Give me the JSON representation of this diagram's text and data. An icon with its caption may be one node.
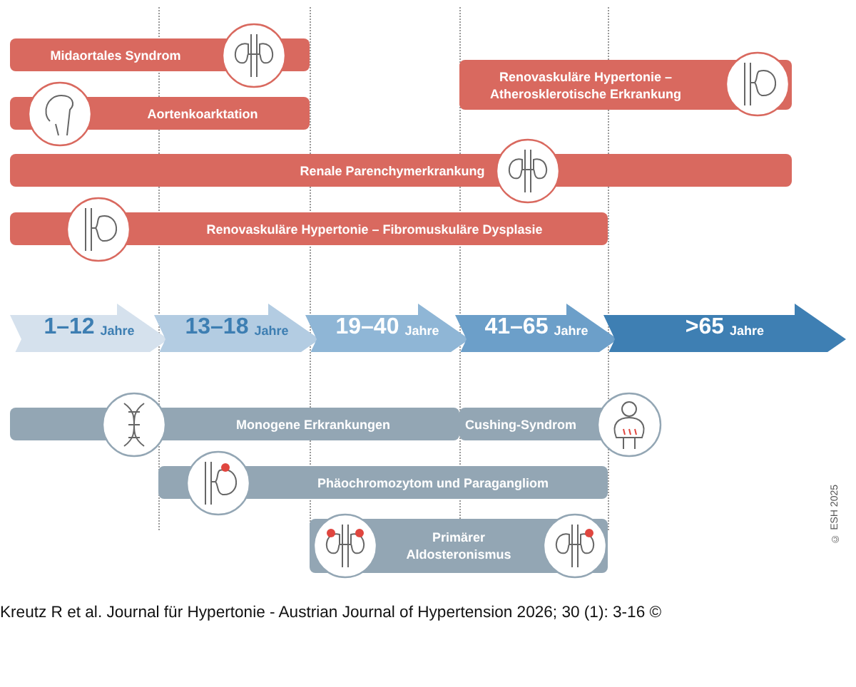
{
  "diagram": {
    "caption": "Kreutz R et al. Journal für Hypertonie - Austrian Journal of Hypertension 2026; 30 (1): 3-16 ©",
    "nodes": [
      {
        "text": [
          "Midaortales Syndrom"
        ]
      },
      {
        "text": [
          "Aortenkoarktation"
        ]
      },
      {
        "text": [
          "Renovaskuläre Hypertonie – Atherosklerotische Erkrankung"
        ]
      },
      {
        "text": [
          "Renale Parenchymerkrankung"
        ]
      },
      {
        "text": [
          "Renovaskuläre Hypertonie – Fibromuskuläre Dysplasie"
        ]
      },
      {
        "text": [
          "1–12",
          "Jahre"
        ]
      },
      {
        "text": [
          "13–18",
          "Jahre"
        ]
      },
      {
        "text": [
          "19–40",
          "Jahre"
        ]
      },
      {
        "text": [
          "41–65",
          "Jahre"
        ]
      },
      {
        "text": [
          ">65",
          "Jahre"
        ]
      },
      {
        "text": [
          "Monogene Erkrankungen"
        ]
      },
      {
        "text": [
          "Cushing-Syndrom"
        ]
      },
      {
        "text": [
          "Phäochromozytom und Paragangliom"
        ]
      },
      {
        "text": [
          "Primärer Aldosteronismus"
        ]
      }
    ],
    "labels": [
      "© ESH 2025"
    ]
  }
}
